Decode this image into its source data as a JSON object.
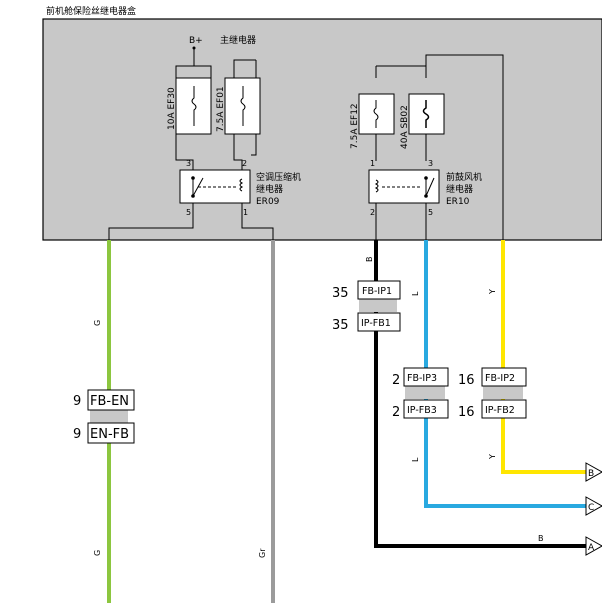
{
  "box": {
    "title": "前机舱保险丝继电器盒"
  },
  "labels": {
    "bplus": "B+",
    "main_relay": "主继电器"
  },
  "fuses": [
    {
      "id": "ef30",
      "label": "10A EF30"
    },
    {
      "id": "ef01",
      "label": "7.5A EF01"
    },
    {
      "id": "ef12",
      "label": "7.5A EF12"
    },
    {
      "id": "sb02",
      "label": "40A SB02"
    }
  ],
  "relays": [
    {
      "id": "er09",
      "lines": [
        "空调压缩机",
        "继电器",
        "ER09"
      ],
      "pins": {
        "tl": "3",
        "tr": "2",
        "bl": "5",
        "br": "1"
      }
    },
    {
      "id": "er10",
      "lines": [
        "前鼓风机",
        "继电器",
        "ER10"
      ],
      "pins": {
        "tl": "1",
        "tr": "3",
        "bl": "2",
        "br": "5"
      }
    }
  ],
  "wires": {
    "g_top": "G",
    "g_bottom": "G",
    "gr": "Gr",
    "b_top": "B",
    "l_top": "L",
    "y_top": "Y",
    "l_mid": "L",
    "y_mid": "Y",
    "b_bottom": "B"
  },
  "connectors": [
    {
      "id": "fb-en",
      "label": "FB-EN",
      "pin": "9"
    },
    {
      "id": "en-fb",
      "label": "EN-FB",
      "pin": "9"
    },
    {
      "id": "fb-ip1",
      "label": "FB-IP1",
      "pin": "35"
    },
    {
      "id": "ip-fb1",
      "label": "IP-FB1",
      "pin": "35"
    },
    {
      "id": "fb-ip3",
      "label": "FB-IP3",
      "pin": "2"
    },
    {
      "id": "ip-fb3",
      "label": "IP-FB3",
      "pin": "2"
    },
    {
      "id": "fb-ip2",
      "label": "FB-IP2",
      "pin": "16"
    },
    {
      "id": "ip-fb2",
      "label": "IP-FB2",
      "pin": "16"
    }
  ],
  "terminals": [
    {
      "id": "b",
      "label": "B"
    },
    {
      "id": "c",
      "label": "C"
    },
    {
      "id": "a",
      "label": "A"
    }
  ],
  "colors": {
    "box_fill": "#c8c8c8",
    "wire_green": "#8cc63f",
    "wire_gray": "#9b9b9b",
    "wire_black": "#000000",
    "wire_blue": "#29a9e0",
    "wire_yellow": "#ffe600"
  }
}
